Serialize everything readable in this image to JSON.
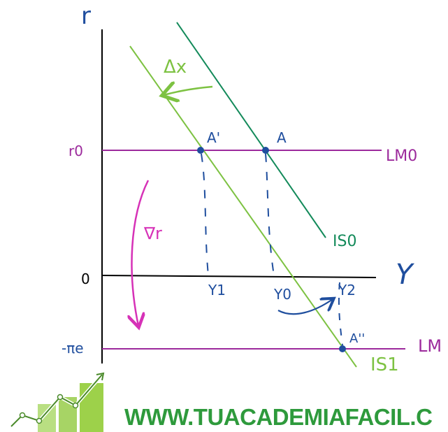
{
  "colors": {
    "axis": "#000000",
    "lm": "#9c2a9c",
    "is0": "#138a5a",
    "is1": "#7dc242",
    "blue": "#1f4e9e",
    "arrow_magenta": "#d631b7",
    "footer_green": "#2e9a3c",
    "logo_green": "#9dd14a"
  },
  "axes": {
    "y_label": "r",
    "x_label": "Y",
    "origin_label": "0"
  },
  "levels": {
    "r0_label": "r0",
    "negative_label": "-πe"
  },
  "curves": {
    "lm0_label": "LM0",
    "lm1_label": "LM",
    "is0_label": "IS0",
    "is1_label": "IS1",
    "shift_label": "Δx"
  },
  "points": {
    "a_label": "A",
    "a_prime_label": "A'",
    "a_double_label": "A''"
  },
  "incomes": {
    "y1_label": "Y1",
    "y0_label": "Y0",
    "y2_label": "Y2"
  },
  "annotations": {
    "rate_change_label": "∇r"
  },
  "footer": {
    "url": "WWW.TUACADEMIAFACIL.C"
  }
}
